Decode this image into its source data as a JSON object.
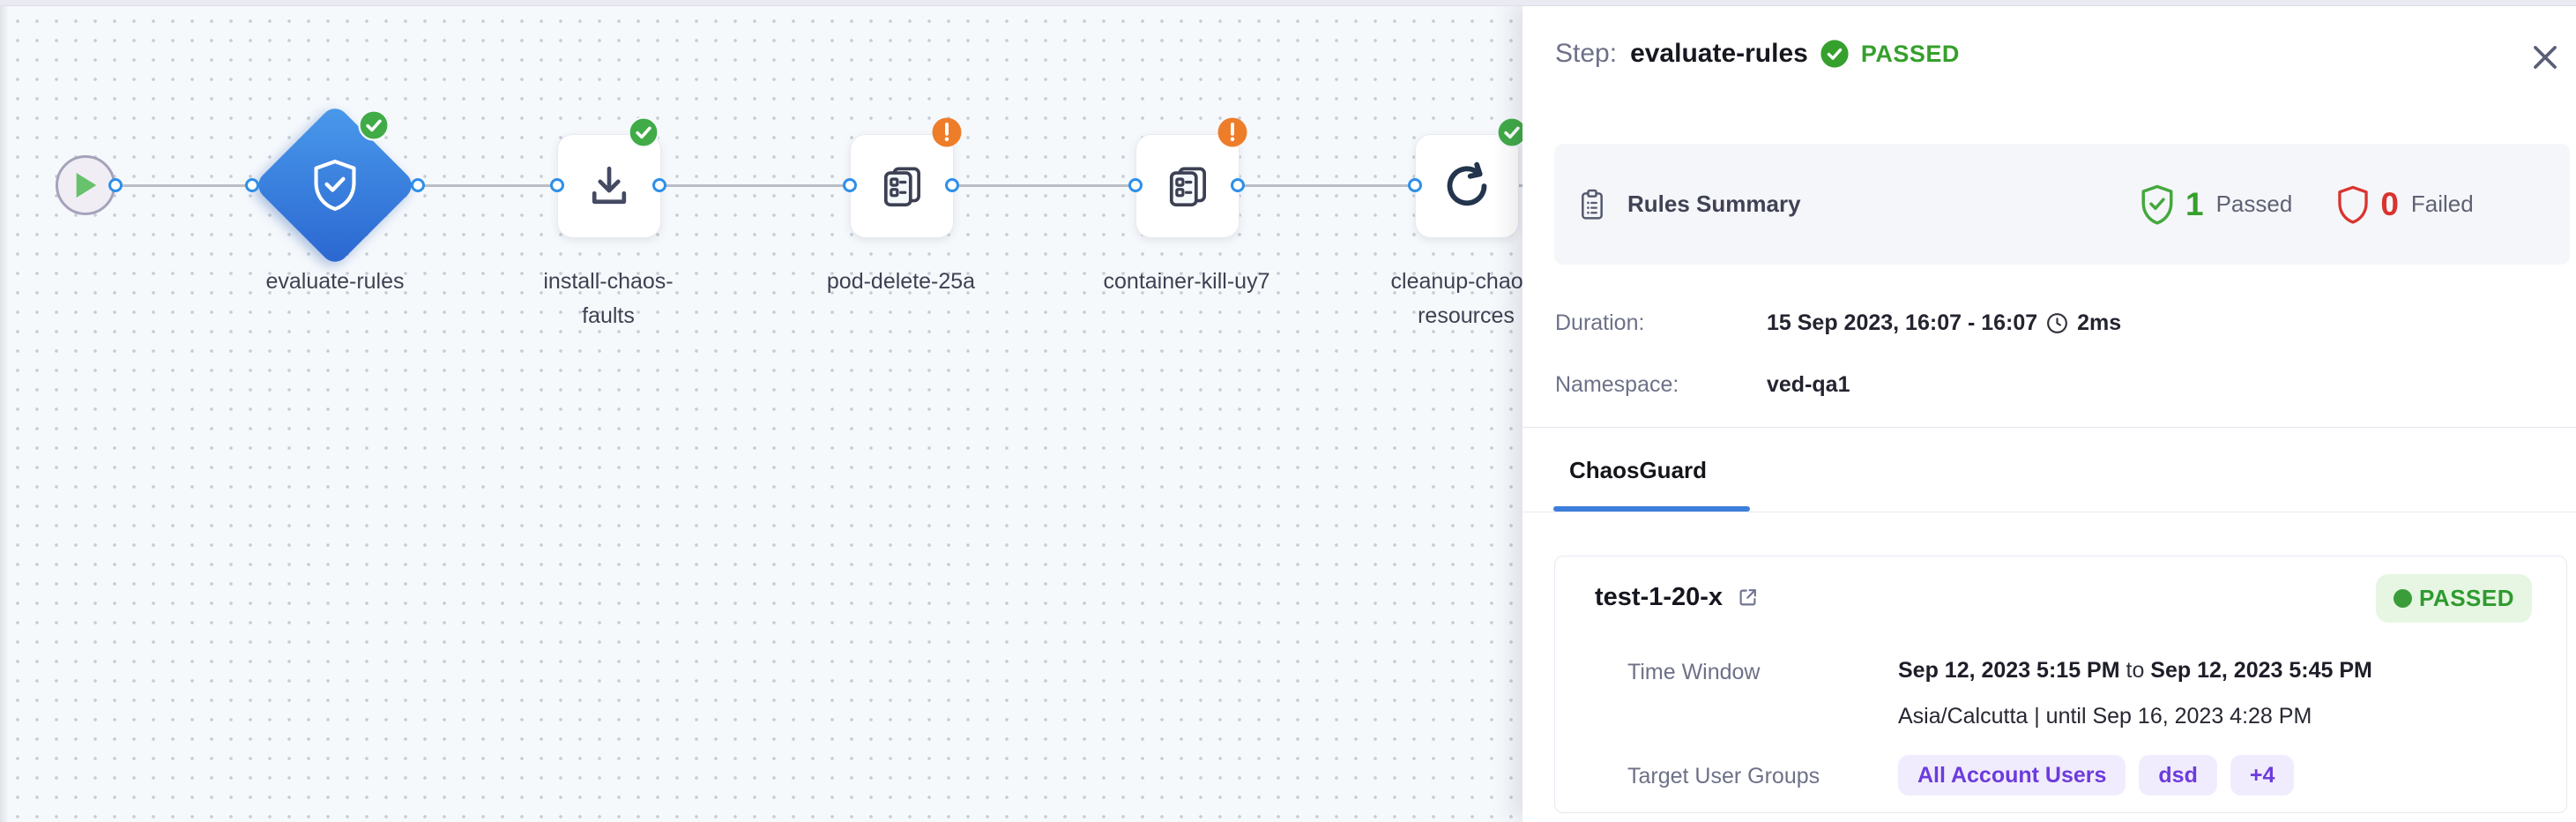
{
  "canvas": {
    "start_node": {
      "icon": "play-icon"
    },
    "nodes": [
      {
        "id": "evaluate-rules",
        "label": "evaluate-rules",
        "shape": "diamond",
        "icon": "shield-check-icon",
        "status": "success"
      },
      {
        "id": "install-chaos-faults",
        "label": "install-chaos-faults",
        "shape": "square",
        "icon": "download-icon",
        "status": "success"
      },
      {
        "id": "pod-delete-25a",
        "label": "pod-delete-25a",
        "shape": "square",
        "icon": "experiment-icon",
        "status": "warning"
      },
      {
        "id": "container-kill-uy7",
        "label": "container-kill-uy7",
        "shape": "square",
        "icon": "experiment-icon",
        "status": "warning"
      },
      {
        "id": "cleanup-chaos-resources",
        "label": "cleanup-chaos-resources",
        "shape": "square",
        "icon": "retry-icon",
        "status": "success"
      }
    ]
  },
  "panel": {
    "header": {
      "step_label": "Step:",
      "step_name": "evaluate-rules",
      "status": "PASSED"
    },
    "rules_summary": {
      "title": "Rules Summary",
      "passed_count": "1",
      "passed_label": "Passed",
      "failed_count": "0",
      "failed_label": "Failed"
    },
    "meta": {
      "duration_label": "Duration:",
      "duration_value": "15 Sep 2023, 16:07 - 16:07",
      "duration_ms": "2ms",
      "namespace_label": "Namespace:",
      "namespace_value": "ved-qa1"
    },
    "tabs": [
      {
        "label": "ChaosGuard",
        "active": true
      }
    ],
    "guard_card": {
      "title": "test-1-20-x",
      "status": "PASSED",
      "time_window_label": "Time Window",
      "time_from": "Sep 12, 2023 5:15 PM",
      "time_joiner": " to ",
      "time_to": "Sep 12, 2023 5:45 PM",
      "timezone_line": "Asia/Calcutta | until Sep 16, 2023 4:28 PM",
      "target_label": "Target User Groups",
      "groups": [
        "All Account Users",
        "dsd",
        "+4"
      ]
    }
  },
  "colors": {
    "accent_blue": "#2e8fe8",
    "tab_blue": "#3d7edb",
    "success_green": "#35a02c",
    "badge_green": "#41ab47",
    "warning_orange": "#ee7d2a",
    "fail_red": "#d9342f",
    "purple": "#6d3bdc",
    "node_diamond_gradient": [
      "#4a9aec",
      "#2a66d0"
    ],
    "canvas_bg": "#f6f9fc",
    "band_bg": "#f5f6f9"
  }
}
